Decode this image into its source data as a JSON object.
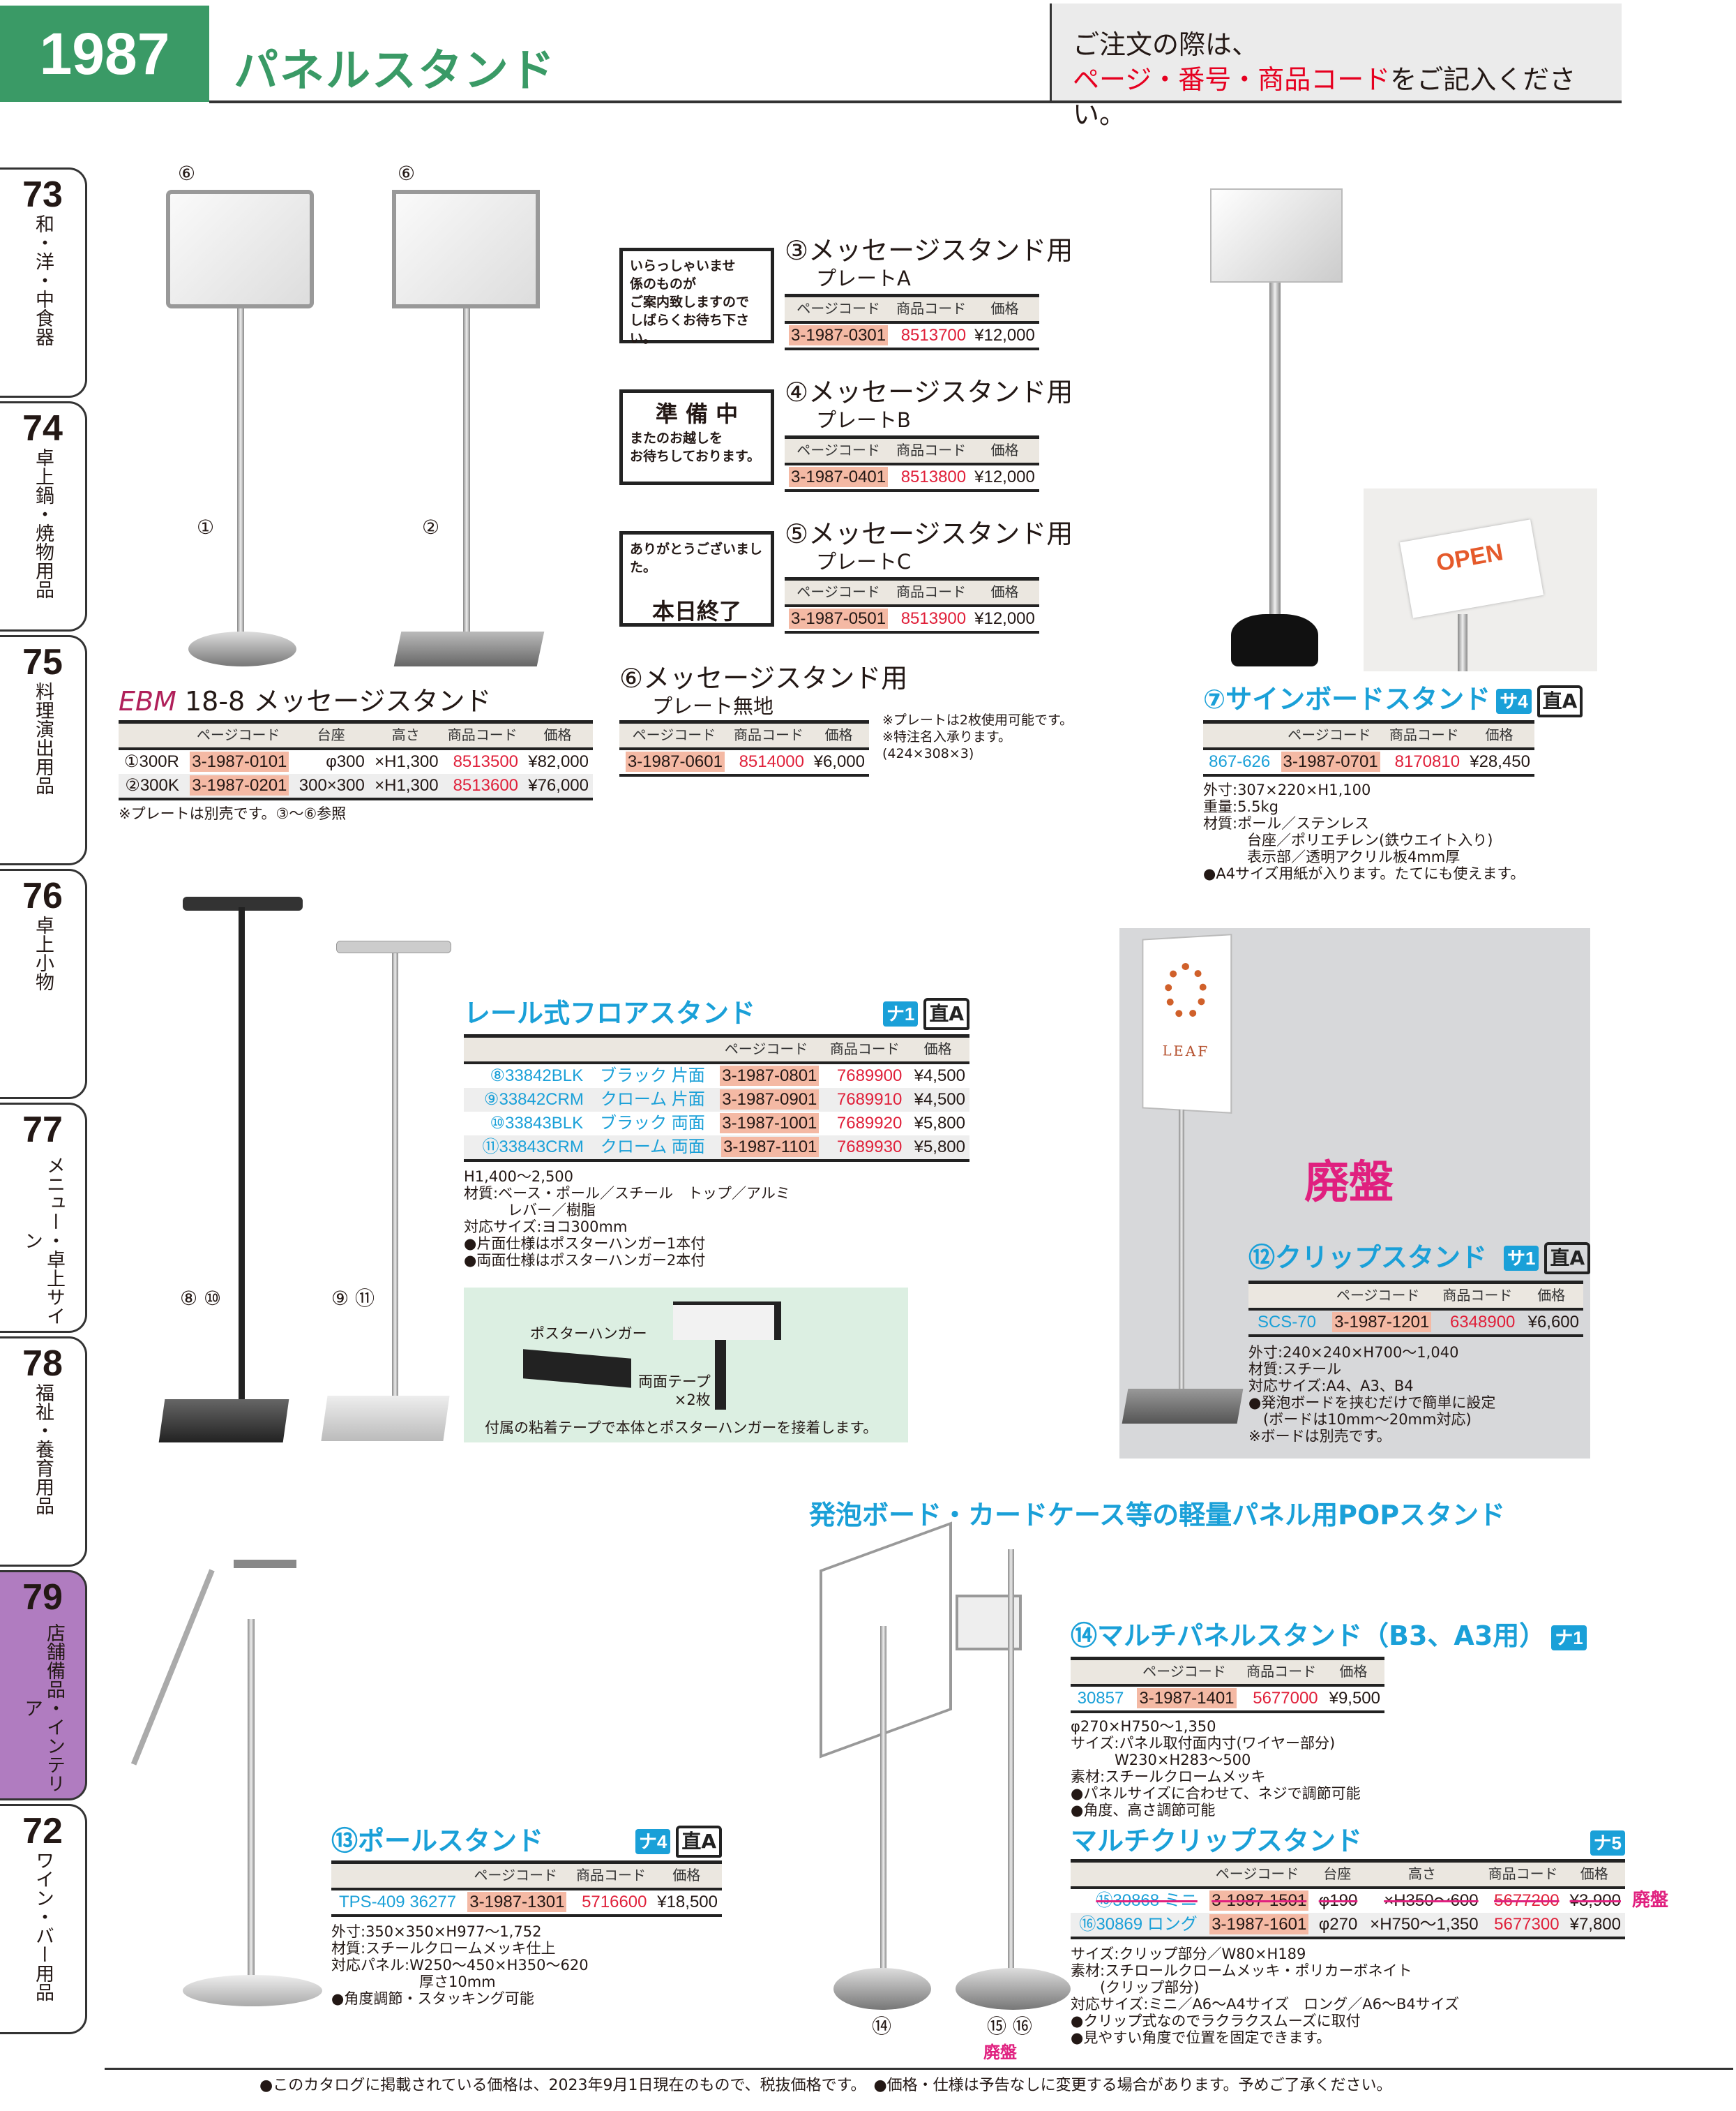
{
  "header": {
    "chapter_number": "1987",
    "title": "パネルスタンド",
    "notice_line1": "ご注文の際は、",
    "notice_highlight": "ページ・番号・商品コード",
    "notice_rest": "をご記入ください。"
  },
  "side_tabs": [
    {
      "number": "73",
      "label": "和・洋・中食器"
    },
    {
      "number": "74",
      "label": "卓上鍋・焼物用品"
    },
    {
      "number": "75",
      "label": "料理演出用品"
    },
    {
      "number": "76",
      "label": "卓上小物"
    },
    {
      "number": "77",
      "label": "メニュー・卓上サイン"
    },
    {
      "number": "78",
      "label": "福祉・養育用品"
    },
    {
      "number": "79",
      "label": "店舗備品・インテリア"
    },
    {
      "number": "72",
      "label": "ワイン・バー用品"
    }
  ],
  "image_labels": {
    "stand1_plate": "⑥",
    "stand2_plate": "⑥",
    "stand1": "①",
    "stand2": "②",
    "rail_black": "⑧ ⑩",
    "rail_chrome": "⑨ ⑪",
    "multipanel": "⑭",
    "multiclip": "⑮ ⑯",
    "multiclip_haiban": "廃盤",
    "open_sign": "OPEN",
    "leaf_sign": "LEAF"
  },
  "ebm": {
    "brand": "EBM",
    "title": "18-8 メッセージスタンド",
    "note": "※プレートは別売です。③～⑥参照",
    "table": {
      "columns": [
        "",
        "ページコード",
        "台座",
        "高さ",
        "商品コード",
        "価格"
      ],
      "rows": [
        [
          "①300R",
          "3-1987-0101",
          "φ300",
          "×H1,300",
          "8513500",
          "¥82,000"
        ],
        [
          "②300K",
          "3-1987-0201",
          "300×300",
          "×H1,300",
          "8513600",
          "¥76,000"
        ]
      ]
    }
  },
  "plates": [
    {
      "title": "③メッセージスタンド用",
      "subtitle": "プレートA",
      "sample": [
        "いらっしゃいませ",
        "係のものが",
        "ご案内致しますので",
        "しばらくお待ち下さい。"
      ],
      "table": {
        "columns": [
          "ページコード",
          "商品コード",
          "価格"
        ],
        "rows": [
          [
            "3-1987-0301",
            "8513700",
            "¥12,000"
          ]
        ]
      }
    },
    {
      "title": "④メッセージスタンド用",
      "subtitle": "プレートB",
      "sample": [
        "準 備 中",
        "またのお越しを",
        "お待ちしております。"
      ],
      "table": {
        "columns": [
          "ページコード",
          "商品コード",
          "価格"
        ],
        "rows": [
          [
            "3-1987-0401",
            "8513800",
            "¥12,000"
          ]
        ]
      }
    },
    {
      "title": "⑤メッセージスタンド用",
      "subtitle": "プレートC",
      "sample": [
        "ありがとうございました。",
        "本日終了"
      ],
      "table": {
        "columns": [
          "ページコード",
          "商品コード",
          "価格"
        ],
        "rows": [
          [
            "3-1987-0501",
            "8513900",
            "¥12,000"
          ]
        ]
      }
    }
  ],
  "plate_none": {
    "title": "⑥メッセージスタンド用",
    "subtitle": "プレート無地",
    "notes": "※プレートは2枚使用可能です。\n※特注名入承ります。\n(424×308×3)",
    "table": {
      "columns": [
        "ページコード",
        "商品コード",
        "価格"
      ],
      "rows": [
        [
          "3-1987-0601",
          "8514000",
          "¥6,000"
        ]
      ]
    }
  },
  "signboard": {
    "title": "⑦サインボードスタンド",
    "badge": "サ4",
    "badge2": "直A",
    "notes": "外寸:307×220×H1,100\n重量:5.5kg\n材質:ポール／ステンレス\n　　　台座／ポリエチレン(鉄ウエイト入り)\n　　　表示部／透明アクリル板4mm厚\n●A4サイズ用紙が入ります。たてにも使えます。",
    "table": {
      "columns": [
        "",
        "ページコード",
        "商品コード",
        "価格"
      ],
      "rows": [
        [
          "867-626",
          "3-1987-0701",
          "8170810",
          "¥28,450"
        ]
      ]
    }
  },
  "rail": {
    "title": "レール式フロアスタンド",
    "badge": "ナ1",
    "badge2": "直A",
    "notes": "H1,400～2,500\n材質:ベース・ポール／スチール　トップ／アルミ\n　　　レバー／樹脂\n対応サイズ:ヨコ300mm\n●片面仕様はポスターハンガー1本付\n●両面仕様はポスターハンガー2本付",
    "table": {
      "columns": [
        "",
        "ページコード",
        "商品コード",
        "価格"
      ],
      "rows": [
        [
          "⑧33842BLK　ブラック 片面",
          "3-1987-0801",
          "7689900",
          "¥4,500"
        ],
        [
          "⑨33842CRM　クローム 片面",
          "3-1987-0901",
          "7689910",
          "¥4,500"
        ],
        [
          "⑩33843BLK　ブラック 両面",
          "3-1987-1001",
          "7689920",
          "¥5,800"
        ],
        [
          "⑪33843CRM　クローム 両面",
          "3-1987-1101",
          "7689930",
          "¥5,800"
        ]
      ]
    },
    "inset": {
      "hanger_label": "ポスターハンガー",
      "tape_label": "両面テープ",
      "tape_count": "×2枚",
      "caption": "付属の粘着テープで本体とポスターハンガーを接着します。"
    }
  },
  "clip": {
    "haiban": "廃盤",
    "title": "⑫クリップスタンド",
    "badge": "サ1",
    "badge2": "直A",
    "notes": "外寸:240×240×H700～1,040\n材質:スチール\n対応サイズ:A4、A3、B4\n●発泡ボードを挟むだけで簡単に設定\n　(ボードは10mm～20mm対応)\n※ボードは別売です。",
    "table": {
      "columns": [
        "",
        "ページコード",
        "商品コード",
        "価格"
      ],
      "rows": [
        [
          "SCS-70",
          "3-1987-1201",
          "6348900",
          "¥6,600"
        ]
      ]
    }
  },
  "section_heading": "発泡ボード・カードケース等の軽量パネル用POPスタンド",
  "pole": {
    "title": "⑬ポールスタンド",
    "badge": "ナ4",
    "badge2": "直A",
    "notes": "外寸:350×350×H977～1,752\n材質:スチールクロームメッキ仕上\n対応パネル:W250～450×H350～620\n　　　　　　厚さ10mm\n●角度調節・スタッキング可能",
    "table": {
      "columns": [
        "",
        "ページコード",
        "商品コード",
        "価格"
      ],
      "rows": [
        [
          "TPS-409 36277",
          "3-1987-1301",
          "5716600",
          "¥18,500"
        ]
      ]
    }
  },
  "multipanel": {
    "title": "⑭マルチパネルスタンド（B3、A3用）",
    "badge": "ナ1",
    "notes": "φ270×H750～1,350\nサイズ:パネル取付面内寸(ワイヤー部分)\n　　　W230×H283～500\n素材:スチールクロームメッキ\n●パネルサイズに合わせて、ネジで調節可能\n●角度、高さ調節可能",
    "table": {
      "columns": [
        "",
        "ページコード",
        "商品コード",
        "価格"
      ],
      "rows": [
        [
          "30857",
          "3-1987-1401",
          "5677000",
          "¥9,500"
        ]
      ]
    }
  },
  "multiclip": {
    "title": "マルチクリップスタンド",
    "badge": "ナ5",
    "haiban": "廃盤",
    "notes": "サイズ:クリップ部分／W80×H189\n素材:スチロールクロームメッキ・ポリカーボネイト\n　　(クリップ部分)\n対応サイズ:ミニ／A6～A4サイズ　ロング／A6～B4サイズ\n●クリップ式なのでラクラクスムーズに取付\n●見やすい角度で位置を固定できます。",
    "table": {
      "columns": [
        "",
        "ページコード",
        "台座",
        "高さ",
        "商品コード",
        "価格"
      ],
      "rows": [
        [
          "⑮30868 ミニ",
          "3-1987-1501",
          "φ190",
          "×H350～600",
          "5677200",
          "¥3,900"
        ],
        [
          "⑯30869 ロング",
          "3-1987-1601",
          "φ270",
          "×H750～1,350",
          "5677300",
          "¥7,800"
        ]
      ]
    }
  },
  "footer": {
    "note1": "●このカタログに掲載されている価格は、2023年9月1日現在のもので、税抜価格です。",
    "note2": "●価格・仕様は予告なしに変更する場合があります。予めご了承ください。"
  },
  "colors": {
    "green": "#3a9a66",
    "cyan": "#1aa0d8",
    "code_red": "#e0203a",
    "page_highlight": "#f4b9a4",
    "discontinued": "#e0207f",
    "active_tab": "#b07cc0"
  }
}
